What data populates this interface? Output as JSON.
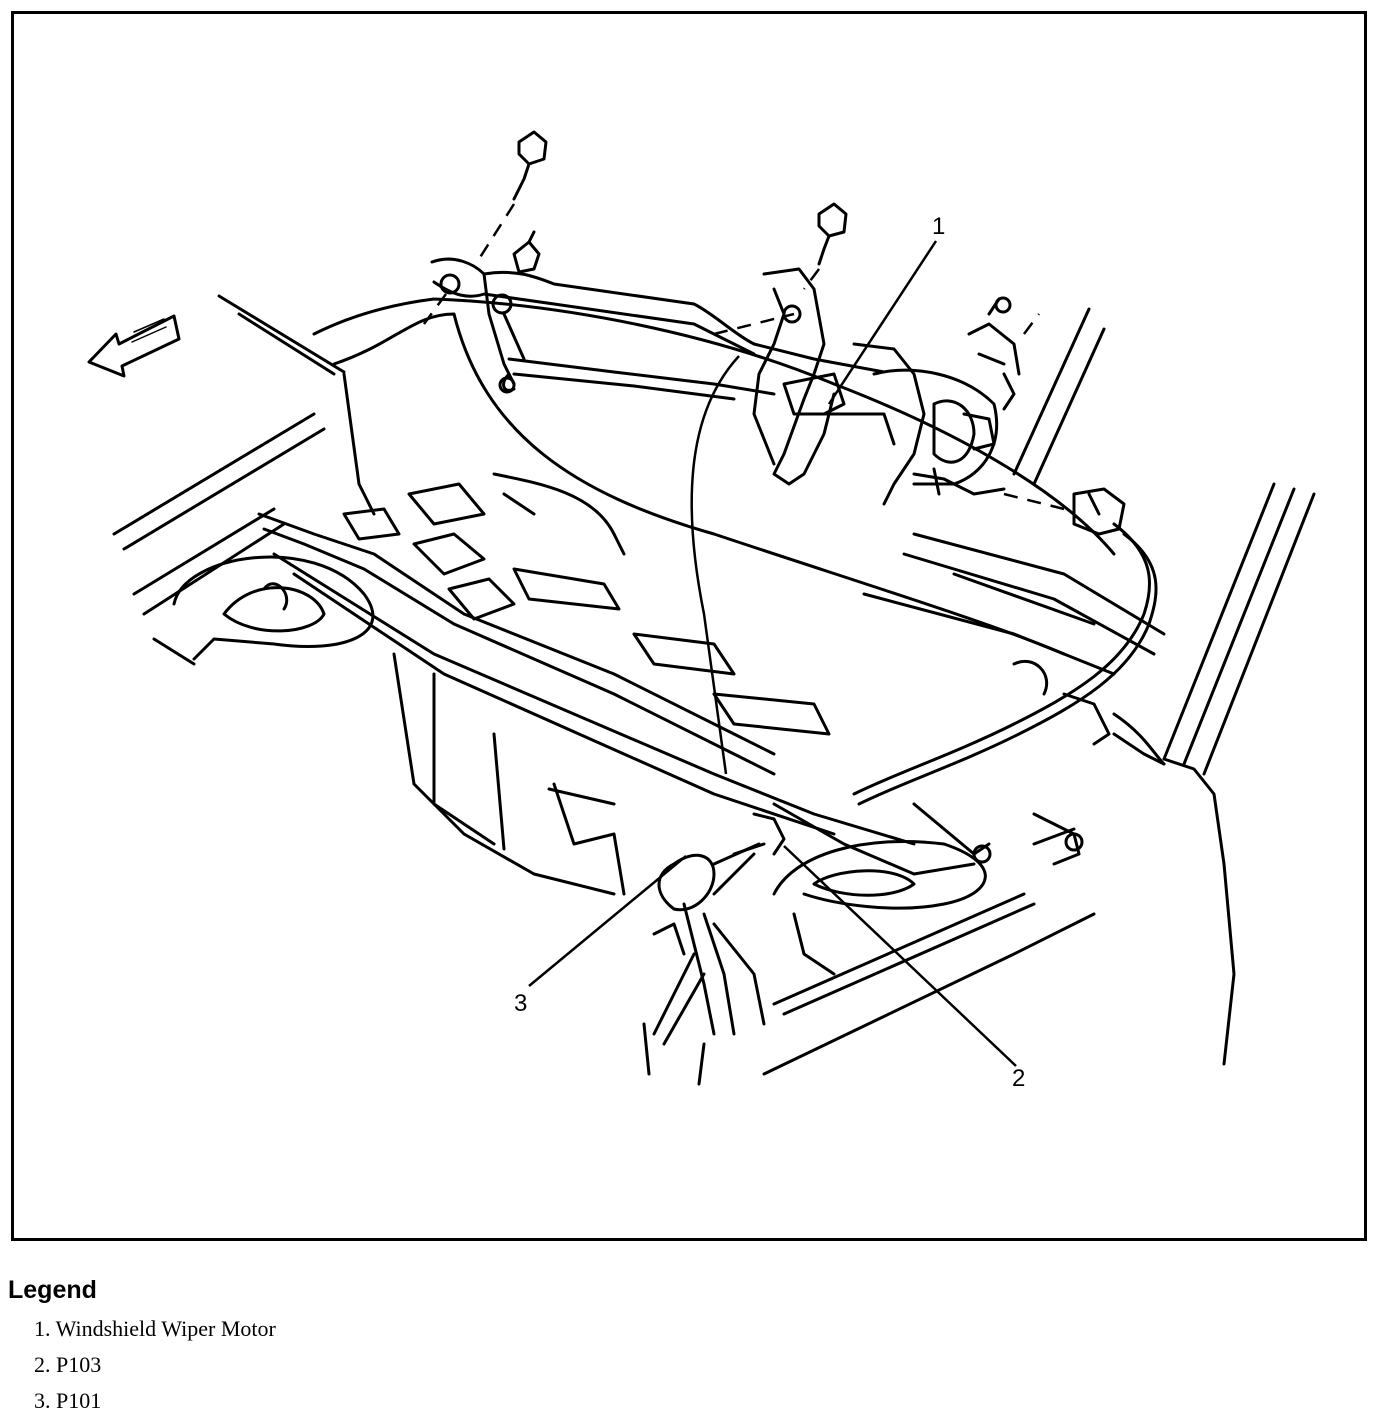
{
  "diagram": {
    "callouts": [
      {
        "number": "1"
      },
      {
        "number": "2"
      },
      {
        "number": "3"
      }
    ]
  },
  "legend": {
    "title": "Legend",
    "items": [
      {
        "label": "1. Windshield Wiper Motor"
      },
      {
        "label": "2. P103"
      },
      {
        "label": "3. P101"
      }
    ]
  },
  "colors": {
    "ink": "#000000",
    "paper": "#ffffff"
  }
}
